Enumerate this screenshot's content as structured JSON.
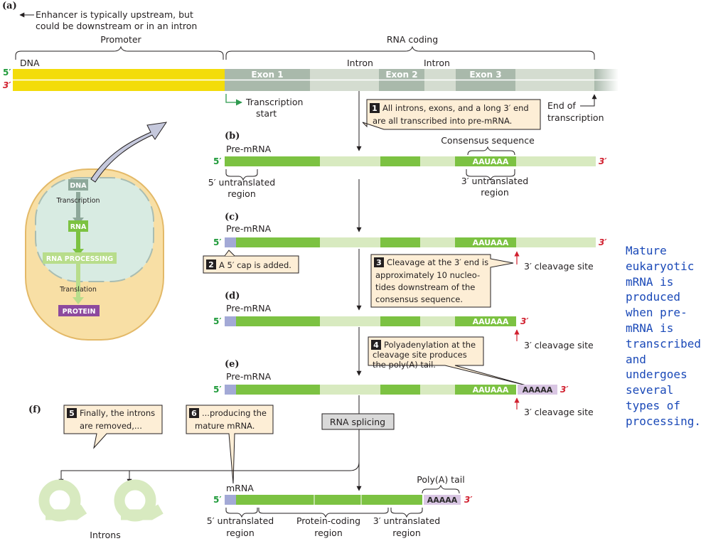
{
  "panel_a": {
    "label": "(a)",
    "enhancer_line1": "Enhancer is typically upstream, but",
    "enhancer_line2": "could be downstream or in an intron",
    "promoter": "Promoter",
    "rna_coding": "RNA coding",
    "dna": "DNA",
    "five_prime": "5′",
    "three_prime": "3′",
    "intron1": "Intron",
    "intron2": "Intron",
    "exon1": "Exon 1",
    "exon2": "Exon 2",
    "exon3": "Exon 3",
    "tx_start_1": "Transcription",
    "tx_start_2": "start",
    "end_tx_1": "End of",
    "end_tx_2": "transcription"
  },
  "step1": {
    "num": "1",
    "line1": "All introns, exons, and a long 3′ end",
    "line2": "are all transcribed into pre-mRNA."
  },
  "panel_b": {
    "label": "(b)",
    "title": "Pre-mRNA",
    "five_prime": "5′",
    "three_prime": "3′",
    "consensus": "Consensus sequence",
    "aauaaa": "AAUAAA",
    "utr5_1": "5′ untranslated",
    "utr5_2": "region",
    "utr3_1": "3′ untranslated",
    "utr3_2": "region"
  },
  "panel_c": {
    "label": "(c)",
    "title": "Pre-mRNA",
    "five_prime": "5′",
    "three_prime": "3′",
    "aauaaa": "AAUAAA",
    "cleavage": "3′ cleavage site"
  },
  "step2": {
    "num": "2",
    "text": "A 5′ cap is added."
  },
  "step3": {
    "num": "3",
    "line1": "Cleavage at the 3′ end is",
    "line2": "approximately 10 nucleo-",
    "line3": "tides downstream of the",
    "line4": "consensus sequence."
  },
  "panel_d": {
    "label": "(d)",
    "title": "Pre-mRNA",
    "five_prime": "5′",
    "three_prime": "3′",
    "aauaaa": "AAUAAA",
    "cleavage": "3′ cleavage site"
  },
  "step4": {
    "num": "4",
    "line1": "Polyadenylation at the",
    "line2": "cleavage site produces",
    "line3": "the poly(A) tail."
  },
  "panel_e": {
    "label": "(e)",
    "title": "Pre-mRNA",
    "five_prime": "5′",
    "three_prime": "3′",
    "aauaaa": "AAUAAA",
    "tail": "AAAAA",
    "cleavage": "3′ cleavage site"
  },
  "panel_f": {
    "label": "(f)",
    "splicing": "RNA splicing",
    "introns": "Introns",
    "mrna": "mRNA",
    "five_prime": "5′",
    "three_prime": "3′",
    "tail": "AAAAA",
    "polya": "Poly(A) tail",
    "utr5_1": "5′ untranslated",
    "utr5_2": "region",
    "coding_1": "Protein-coding",
    "coding_2": "region",
    "utr3_1": "3′ untranslated",
    "utr3_2": "region"
  },
  "step5": {
    "num": "5",
    "line1": "Finally, the introns",
    "line2": "are removed,..."
  },
  "step6": {
    "num": "6",
    "line1": "...producing the",
    "line2": "mature mRNA."
  },
  "cell": {
    "dna": "DNA",
    "transcription": "Transcription",
    "rna": "RNA",
    "processing": "RNA PROCESSING",
    "translation": "Translation",
    "protein": "PROTEIN"
  },
  "caption": {
    "lines": [
      "Mature",
      "eukaryotic",
      "mRNA is",
      "produced",
      "when pre-",
      "mRNA is",
      "transcribed",
      "and",
      "undergoes",
      "several",
      "types of",
      "processing."
    ]
  },
  "colors": {
    "exon": "#7cc242",
    "intron": "#d8eac0",
    "promoter": "#f3dc0a",
    "dna_coding": "#d4dcd0",
    "dna_exon": "#a9b9ab",
    "cap": "#a3a9d6",
    "tail": "#d9c6e3",
    "caption": "#1a49b8"
  }
}
